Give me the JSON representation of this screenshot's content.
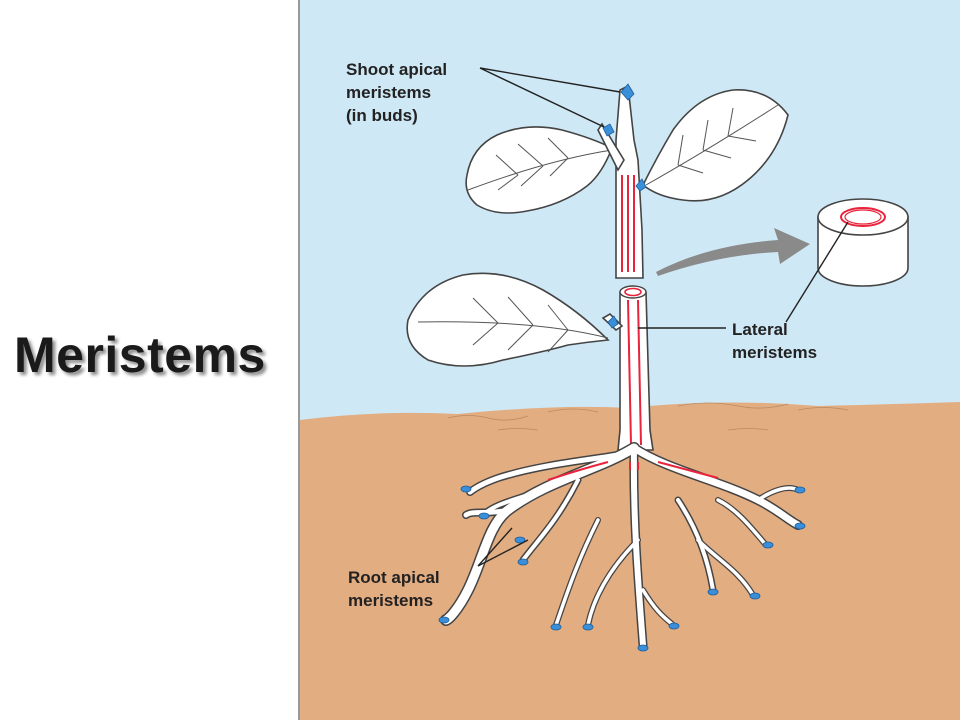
{
  "slide": {
    "title": "Meristems"
  },
  "diagram": {
    "labels": {
      "shoot_apical": [
        "Shoot apical",
        "meristems",
        "(in buds)"
      ],
      "lateral": [
        "Lateral",
        "meristems"
      ],
      "root_apical": [
        "Root apical",
        "meristems"
      ]
    },
    "colors": {
      "sky": "#cfe8f5",
      "soil": "#e3ad82",
      "meristem_tip": "#3a8fd8",
      "lateral_ring": "#e8243c",
      "arrow": "#8a8a8a"
    }
  }
}
